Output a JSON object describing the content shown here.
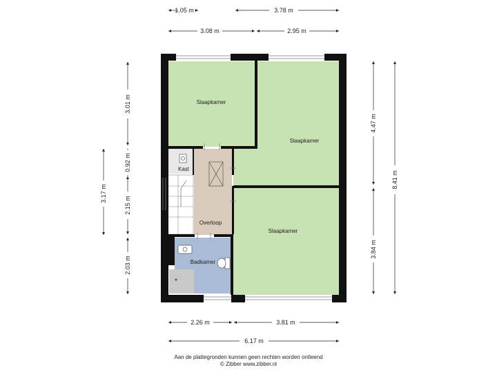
{
  "dimensions": {
    "top_row1_left": "1.05 m",
    "top_row1_right": "3.78 m",
    "top_row2_left": "3.08 m",
    "top_row2_right": "2.95 m",
    "left_outer": "3.17 m",
    "left_inner_1": "3.01 m",
    "left_inner_2": "0.92 m",
    "left_inner_3": "2.15 m",
    "left_inner_4": "2.03 m",
    "right_inner_1": "4.47 m",
    "right_inner_2": "3.84 m",
    "right_outer": "8.41 m",
    "bottom_row1_left": "2.26 m",
    "bottom_row1_right": "3.81 m",
    "bottom_row2": "6.17 m"
  },
  "rooms": {
    "bedroom_top_left": "Slaapkamer",
    "bedroom_top_right": "Slaapkamer",
    "bedroom_bottom_right": "Slaapkamer",
    "closet": "Kast",
    "landing": "Overloop",
    "bathroom": "Badkamer"
  },
  "colors": {
    "bedroom": "#c9e2b3",
    "landing": "#d9cbbb",
    "bathroom": "#aabbd6",
    "closet": "#e8e8e8",
    "wall": "#111111"
  },
  "footer": {
    "disclaimer": "Aan de plattegronden kunnen geen rechten worden ontleend",
    "credit": "© Zibber www.zibber.nl"
  }
}
